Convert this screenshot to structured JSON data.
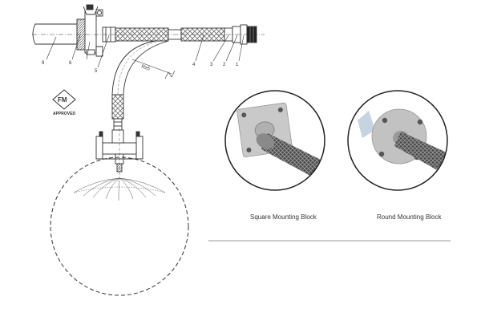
{
  "fm_badge": {
    "mark": "FM",
    "label": "APPROVED"
  },
  "dimension_label": "R≥5",
  "part_numbers": [
    "9",
    "6",
    "5",
    "4",
    "3",
    "2",
    "1"
  ],
  "captions": {
    "square": "Square Mounting Block",
    "round": "Round Mounting Block"
  },
  "colors": {
    "line": "#333333",
    "hose_braid": "#6f6f6f",
    "plate": "#c9c9c9",
    "divider": "#9a9a9a"
  }
}
